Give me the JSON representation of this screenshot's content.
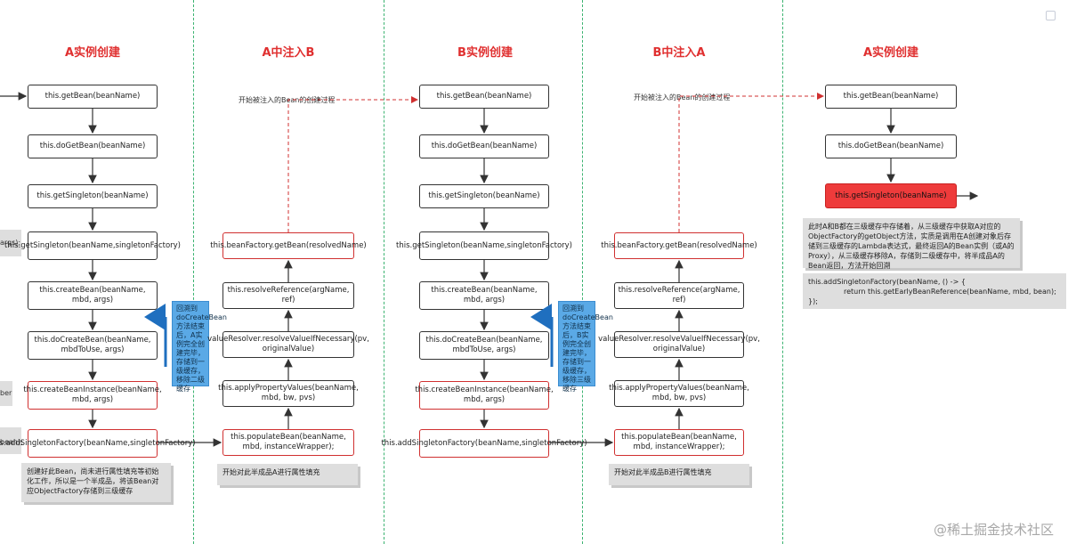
{
  "headers": [
    "A实例创建",
    "A中注入B",
    "B实例创建",
    "B中注入A",
    "A实例创建"
  ],
  "col1": [
    "this.getBean(beanName)",
    "this.doGetBean(beanName)",
    "this.getSingleton(beanName)",
    "this.getSingleton(beanName,singletonFactory)",
    "this.createBean(beanName, mbd, args)",
    "this.doCreateBean(beanName, mbdToUse, args)",
    "this.createBeanInstance(beanName, mbd, args)",
    "this.addSingletonFactory(beanName,singletonFactory)"
  ],
  "col2": [
    "this.beanFactory.getBean(resolvedName)",
    "this.resolveReference(argName, ref)",
    "valueResolver.resolveValueIfNecessary(pv, originalValue)",
    "this.applyPropertyValues(beanName, mbd, bw, pvs)",
    "this.populateBean(beanName, mbd, instanceWrapper);"
  ],
  "col3": [
    "this.getBean(beanName)",
    "this.doGetBean(beanName)",
    "this.getSingleton(beanName)",
    "this.getSingleton(beanName,singletonFactory)",
    "this.createBean(beanName, mbd, args)",
    "this.doCreateBean(beanName, mbdToUse, args)",
    "this.createBeanInstance(beanName, mbd, args)",
    "this.addSingletonFactory(beanName,singletonFactory)"
  ],
  "col4": [
    "this.beanFactory.getBean(resolvedName)",
    "this.resolveReference(argName, ref)",
    "valueResolver.resolveValueIfNecessary(pv, originalValue)",
    "this.applyPropertyValues(beanName, mbd, bw, pvs)",
    "this.populateBean(beanName, mbd, instanceWrapper);"
  ],
  "col5": [
    "this.getBean(beanName)",
    "this.doGetBean(beanName)",
    "this.getSingleton(beanName)"
  ],
  "labels": {
    "inject_start_1": "开始被注入的Bean的创建过程",
    "inject_start_2": "开始被注入的Bean的创建过程"
  },
  "notes": {
    "col1_bottom": "创建好此Bean，尚未进行属性填充等初始化工作，所以是一个半成品，将该Bean对应ObjectFactory存储到三级缓存",
    "col2_bottom": "开始对此半成品A进行属性填充",
    "col4_bottom": "开始对此半成品B进行属性填充",
    "col5_main": "此时A和B都在三级缓存中存储着，从三级缓存中获取A对应的ObjectFactory的getObject方法，实质是调用在A创建对象后存储到三级缓存的Lambda表达式，最终返回A的Bean实例（或A的Proxy），从三级缓存移除A，存储到二级缓存中，将半成品A的Bean返回，方法开始回溯",
    "col5_code": [
      "this.addSingletonFactory(beanName, () -> {",
      "return this.getEarlyBeanReference(beanName, mbd, bean);",
      "});"
    ]
  },
  "callouts": {
    "a": "回溯到doCreateBean方法结束后，A实例完全创建完毕，存储到一级缓存，移除二级缓存",
    "b": "回溯到doCreateBean方法结束后，B实例完全创建完毕，存储到一级缓存，移除三级缓存"
  },
  "fragments": [
    "args);",
    "ber",
    "bean);"
  ],
  "watermark": "@稀土掘金技术社区",
  "colors": {
    "header": "#e03030",
    "divider": "#3cb371",
    "red_border": "#d03030",
    "callout": "#5aa9e6",
    "highlight": "#ee3b3b"
  }
}
